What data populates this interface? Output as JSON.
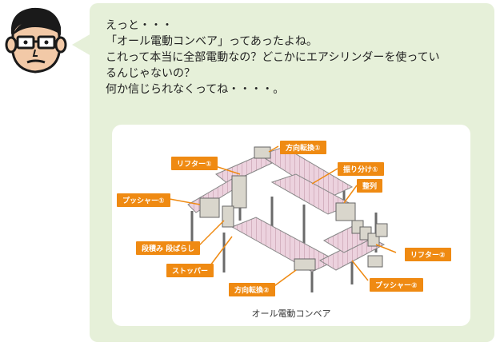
{
  "speech": {
    "lines": [
      "えっと・・・",
      "「オール電動コンベア」ってあったよね。",
      "これって本当に全部電動なの？どこかにエアシリンダーを使ってい",
      "るんじゃないの？",
      "何か信じられなくってね・・・・。"
    ]
  },
  "figure": {
    "caption": "オール電動コンベア",
    "labels": {
      "direction1": "方向転換①",
      "lifter1": "リフター①",
      "sort1": "振り分け①",
      "align": "整列",
      "pusher1": "プッシャー①",
      "stack": "段積み 段ばらし",
      "stopper": "ストッパー",
      "direction2": "方向転換②",
      "lifter2": "リフター②",
      "pusher2": "プッシャー②"
    }
  },
  "colors": {
    "bubble": "#e6f0d9",
    "label": "#ef8a12",
    "roller": "#e9c9d6"
  },
  "icons": {
    "avatar": "glasses-man-face-icon"
  }
}
